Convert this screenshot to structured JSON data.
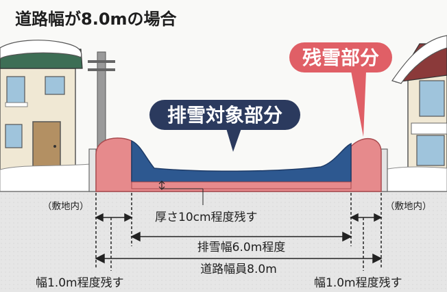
{
  "title": "道路幅が8.0mの場合",
  "labels": {
    "snow_removal_target": "排雪対象部分",
    "remaining_snow": "残雪部分",
    "left_property": "（敷地内）",
    "right_property": "（敷地内）",
    "remaining_thickness": "厚さ10cm程度残す",
    "removal_width": "排雪幅6.0m程度",
    "road_width": "道路幅員8.0m",
    "left_margin": "幅1.0m程度残す",
    "right_margin": "幅1.0m程度残す"
  },
  "colors": {
    "removal_blue": "#2d5890",
    "remaining_pink": "#e68a8c",
    "bubble_navy": "#2b3a5e",
    "bubble_pink": "#e05f66"
  }
}
